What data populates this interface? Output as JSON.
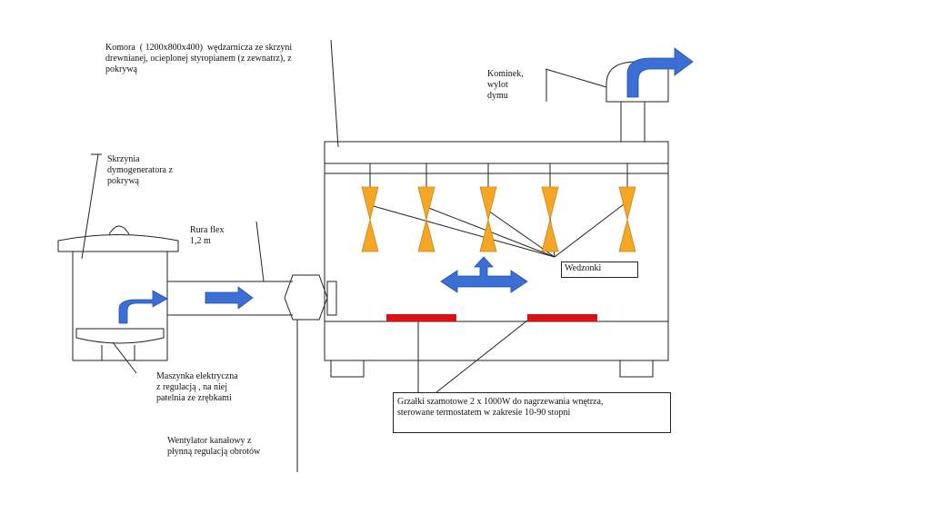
{
  "labels": {
    "komora": "Komora  ( 1200x800x400)  wędzarnicza ze skrzyni\ndrewnianej, ocieplonej styropianem (z zewnatrz), z\npokrywą",
    "kominek": "Kominek,\nwylot\ndymu",
    "skrzynia": "Skrzynia\ndymogeneratora z\npokrywą",
    "rura": "Rura flex\n1,2 m",
    "wedzonki": "Wedzonki",
    "maszynka": "Maszynka elektryczna\nz regulacją , na niej\npatelnia ze zrębkami",
    "grzalki": "Grzałki szamotowe 2 x 1000W do nagrzewania wnętrza,\nsterowane termostatem w zakresie 10-90 stopni",
    "wentylator": "Wentylator kanałowy z\npłynną regulacją obrotów"
  },
  "colors": {
    "arrow": "#3b6fd6",
    "meat": "#f5a623",
    "heater": "#dd1111",
    "line": "#222222"
  },
  "icons": {
    "flow_arrow": "arrow-right-icon",
    "four_way_arrow": "four-way-arrow-icon",
    "chimney_arrow": "curved-arrow-icon"
  }
}
